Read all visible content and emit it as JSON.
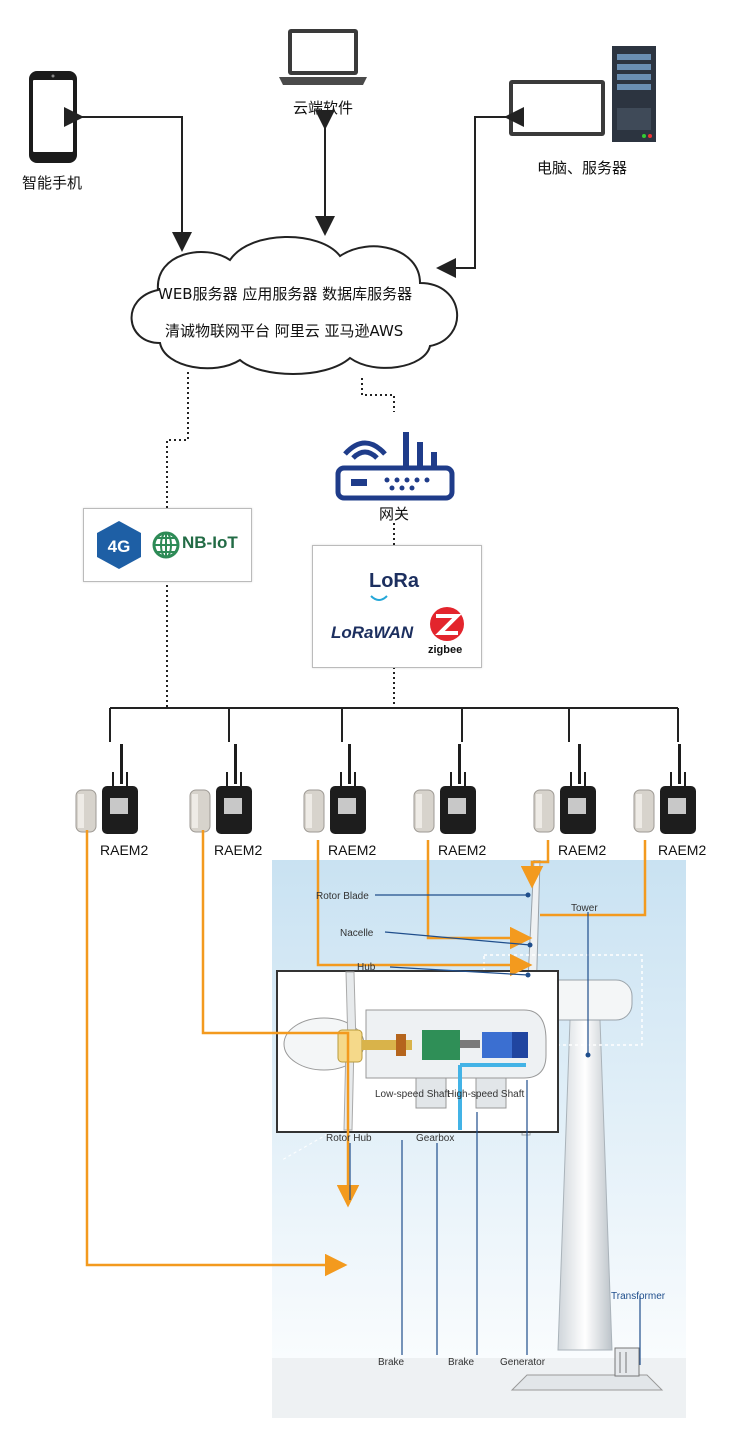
{
  "devices": {
    "phone_label": "智能手机",
    "cloud_software_label": "云端软件",
    "pc_server_label": "电脑、服务器"
  },
  "cloud": {
    "line1": "WEB服务器  应用服务器  数据库服务器",
    "line2": "清诚物联网平台  阿里云  亚马逊AWS"
  },
  "gateway": {
    "label": "网关"
  },
  "protocols_cellular": {
    "4g": "4G",
    "nbiot": "NB-IoT"
  },
  "protocols_lora": {
    "lora": "LoRa",
    "lorawan": "LoRaWAN",
    "zigbee": "zigbee"
  },
  "sensors": [
    {
      "label": "RAEM2"
    },
    {
      "label": "RAEM2"
    },
    {
      "label": "RAEM2"
    },
    {
      "label": "RAEM2"
    },
    {
      "label": "RAEM2"
    },
    {
      "label": "RAEM2"
    }
  ],
  "turbine": {
    "rotor_blade": "Rotor Blade",
    "tower": "Tower",
    "nacelle": "Nacelle",
    "hub": "Hub",
    "low_speed_shaft": "Low-speed Shaft",
    "high_speed_shaft": "High-speed Shaft",
    "rotor_hub": "Rotor Hub",
    "gearbox": "Gearbox",
    "transformer": "Transformer",
    "brake_1": "Brake",
    "brake_2": "Brake",
    "generator": "Generator"
  },
  "colors": {
    "arrow": "#222222",
    "sensor_link": "#f39a1e",
    "gateway_blue": "#1f3c8a",
    "sky_top": "#c9e2f2",
    "label_line": "#1f4e8c"
  }
}
